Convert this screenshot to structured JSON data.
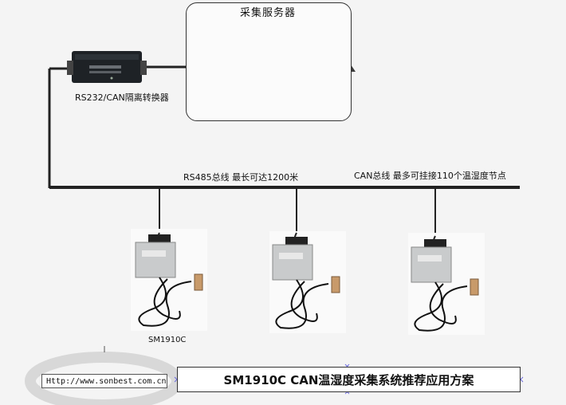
{
  "server": {
    "title": "采集服务器"
  },
  "converter": {
    "label": "RS232/CAN隔离转换器"
  },
  "bus": {
    "rs485_label": "RS485总线   最长可达1200米",
    "can_label": "CAN总线   最多可挂接110个温湿度节点"
  },
  "sensors": [
    {
      "label": "SM1910C"
    },
    {
      "label": ""
    },
    {
      "label": ""
    }
  ],
  "footer": {
    "url": "Http://www.sonbest.com.cn",
    "title": "SM1910C   CAN温湿度采集系统推荐应用方案"
  }
}
